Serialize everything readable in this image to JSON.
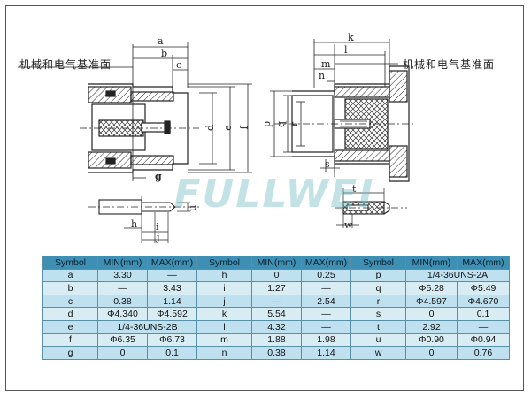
{
  "labels": {
    "ref_plane_left": "机械和电气基准面",
    "ref_plane_right": "机械和电气基准面",
    "watermark": "FULLWEI"
  },
  "dims": {
    "a": "a",
    "b": "b",
    "c": "c",
    "d": "d",
    "e": "e",
    "f": "f",
    "g": "g",
    "h": "h",
    "i": "i",
    "j": "j",
    "u": "u",
    "k": "k",
    "l": "l",
    "m": "m",
    "n": "n",
    "p": "p",
    "q": "q",
    "r": "r",
    "s": "s",
    "t": "t",
    "w": "w"
  },
  "table": {
    "headers": [
      "Symbol",
      "MIN(mm)",
      "MAX(mm)",
      "Symbol",
      "MIN(mm)",
      "MAX(mm)",
      "Symbol",
      "MIN(mm)",
      "MAX(mm)"
    ],
    "rows": [
      [
        {
          "t": "a"
        },
        {
          "t": "3.30"
        },
        {
          "t": "—"
        },
        {
          "t": "h"
        },
        {
          "t": "0"
        },
        {
          "t": "0.25"
        },
        {
          "t": "p"
        },
        {
          "t": "1/4-36UNS-2A",
          "span": 2
        }
      ],
      [
        {
          "t": "b"
        },
        {
          "t": "—"
        },
        {
          "t": "3.43"
        },
        {
          "t": "i"
        },
        {
          "t": "1.27"
        },
        {
          "t": "—"
        },
        {
          "t": "q"
        },
        {
          "t": "Φ5.28"
        },
        {
          "t": "Φ5.49"
        }
      ],
      [
        {
          "t": "c"
        },
        {
          "t": "0.38"
        },
        {
          "t": "1.14"
        },
        {
          "t": "j"
        },
        {
          "t": "—"
        },
        {
          "t": "2.54"
        },
        {
          "t": "r"
        },
        {
          "t": "Φ4.597"
        },
        {
          "t": "Φ4.670"
        }
      ],
      [
        {
          "t": "d"
        },
        {
          "t": "Φ4.340"
        },
        {
          "t": "Φ4.592"
        },
        {
          "t": "k"
        },
        {
          "t": "5.54"
        },
        {
          "t": "—"
        },
        {
          "t": "s"
        },
        {
          "t": "0"
        },
        {
          "t": "0.1"
        }
      ],
      [
        {
          "t": "e"
        },
        {
          "t": "1/4-36UNS-2B",
          "span": 2
        },
        {
          "t": "l"
        },
        {
          "t": "4.32"
        },
        {
          "t": "—"
        },
        {
          "t": "t"
        },
        {
          "t": "2.92"
        },
        {
          "t": "—"
        }
      ],
      [
        {
          "t": "f"
        },
        {
          "t": "Φ6.35"
        },
        {
          "t": "Φ6.73"
        },
        {
          "t": "m"
        },
        {
          "t": "1.88"
        },
        {
          "t": "1.98"
        },
        {
          "t": "u"
        },
        {
          "t": "Φ0.90"
        },
        {
          "t": "Φ0.94"
        }
      ],
      [
        {
          "t": "g"
        },
        {
          "t": "0"
        },
        {
          "t": "0.1"
        },
        {
          "t": "n"
        },
        {
          "t": "0.38"
        },
        {
          "t": "1.14"
        },
        {
          "t": "w"
        },
        {
          "t": "0"
        },
        {
          "t": "0.76"
        }
      ]
    ]
  }
}
